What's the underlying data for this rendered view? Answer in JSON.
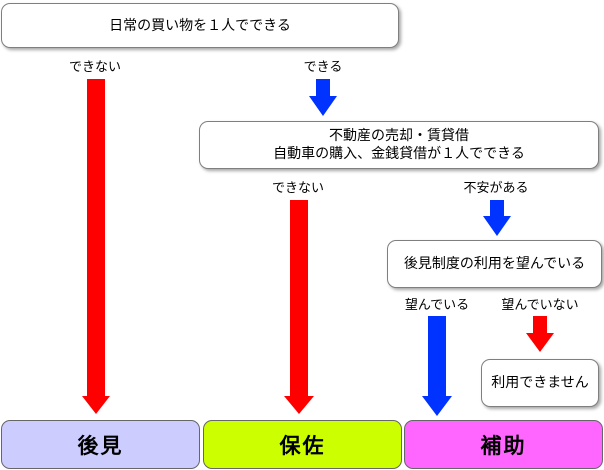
{
  "diagram": {
    "q1": "日常の買い物を１人でできる",
    "q1_no": "できない",
    "q1_yes": "できる",
    "q2_line1": "不動産の売却・賃貸借",
    "q2_line2": "自動車の購入、金銭貸借が１人でできる",
    "q2_no": "できない",
    "q2_yes": "不安がある",
    "q3": "後見制度の利用を望んでいる",
    "q3_yes": "望んでいる",
    "q3_no": "望んでいない",
    "not_eligible": "利用できません",
    "outcomes": {
      "guardianship": "後見",
      "curatorship": "保佐",
      "assistance": "補助"
    }
  },
  "colors": {
    "red": "#ff0000",
    "blue": "#0033ff",
    "guardianship_fill": "#ccccff",
    "curatorship_fill": "#ccff00",
    "assistance_fill": "#ff66ff"
  }
}
